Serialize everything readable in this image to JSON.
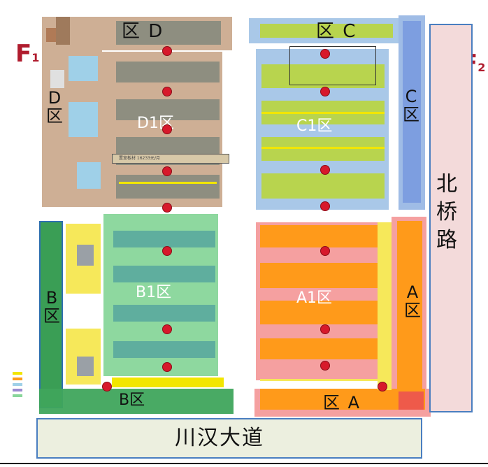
{
  "floor_left": "F",
  "floor_left_sub": "1",
  "floor_right": "F",
  "floor_right_sub": "2",
  "zones": {
    "d_top": "区 D",
    "d_left_1": "D",
    "d_left_2": "区",
    "d1": "D1区",
    "c_top": "区 C",
    "c_right_1": "C",
    "c_right_2": "区",
    "c1": "C1区",
    "b_left_1": "B",
    "b_left_2": "区",
    "b1": "B1区",
    "b_bottom": "B区",
    "a1": "A1区",
    "a_right_1": "A",
    "a_right_2": "区",
    "a_bottom": "区 A"
  },
  "roads": {
    "north_south": [
      "北",
      "桥",
      "路"
    ],
    "bottom": "川汉大道"
  },
  "signs": {
    "d1_banner": "置室板材 16233元/月"
  },
  "colors": {
    "d_zone": "#c9a689",
    "c_zone": "#a9c8e8",
    "b_zone": "#7cc98a",
    "a_zone": "#f5a0a0",
    "road_bg": "#ecefdf",
    "road_side": "#f3dada",
    "floor_label": "#b01c2e"
  }
}
